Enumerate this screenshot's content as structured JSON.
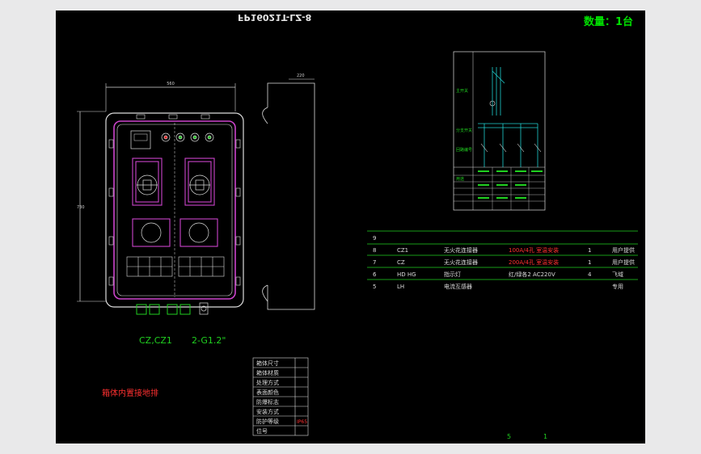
{
  "drawing": {
    "code_mirrored": "FP16021T-LZ-8",
    "quantity_label": "数量：1台",
    "label_cz": "CZ,CZ1",
    "label_gland": "2-G1.2\"",
    "note_red": "箱体内置接地排",
    "page_left": "5",
    "page_right": "1"
  },
  "parts_table": {
    "rows": [
      {
        "no": "9",
        "code": "",
        "name": "",
        "spec": "",
        "qty": "",
        "remark": ""
      },
      {
        "no": "8",
        "code": "CZ1",
        "name": "无火花连接器",
        "spec": "100A/4孔 室温安装",
        "qty": "1",
        "remark": "用户提供"
      },
      {
        "no": "7",
        "code": "CZ",
        "name": "无火花连接器",
        "spec": "200A/4孔 室温安装",
        "qty": "1",
        "remark": "用户提供"
      },
      {
        "no": "6",
        "code": "HD HG",
        "name": "指示灯",
        "spec": "红/绿各2 AC220V",
        "qty": "4",
        "remark": "飞域"
      },
      {
        "no": "5",
        "code": "LH",
        "name": "电流互感器",
        "spec": "",
        "qty": "",
        "remark": "专用"
      }
    ]
  },
  "title_block": {
    "rows": [
      "箱体尺寸",
      "箱体材质",
      "处理方式",
      "表面颜色",
      "防爆标志",
      "安装方式",
      "防护等级",
      "位号"
    ],
    "ip_value": "IP65"
  },
  "schematic": {
    "row_labels": [
      "主开关",
      "分支开关",
      "回路编号",
      "用途"
    ]
  }
}
